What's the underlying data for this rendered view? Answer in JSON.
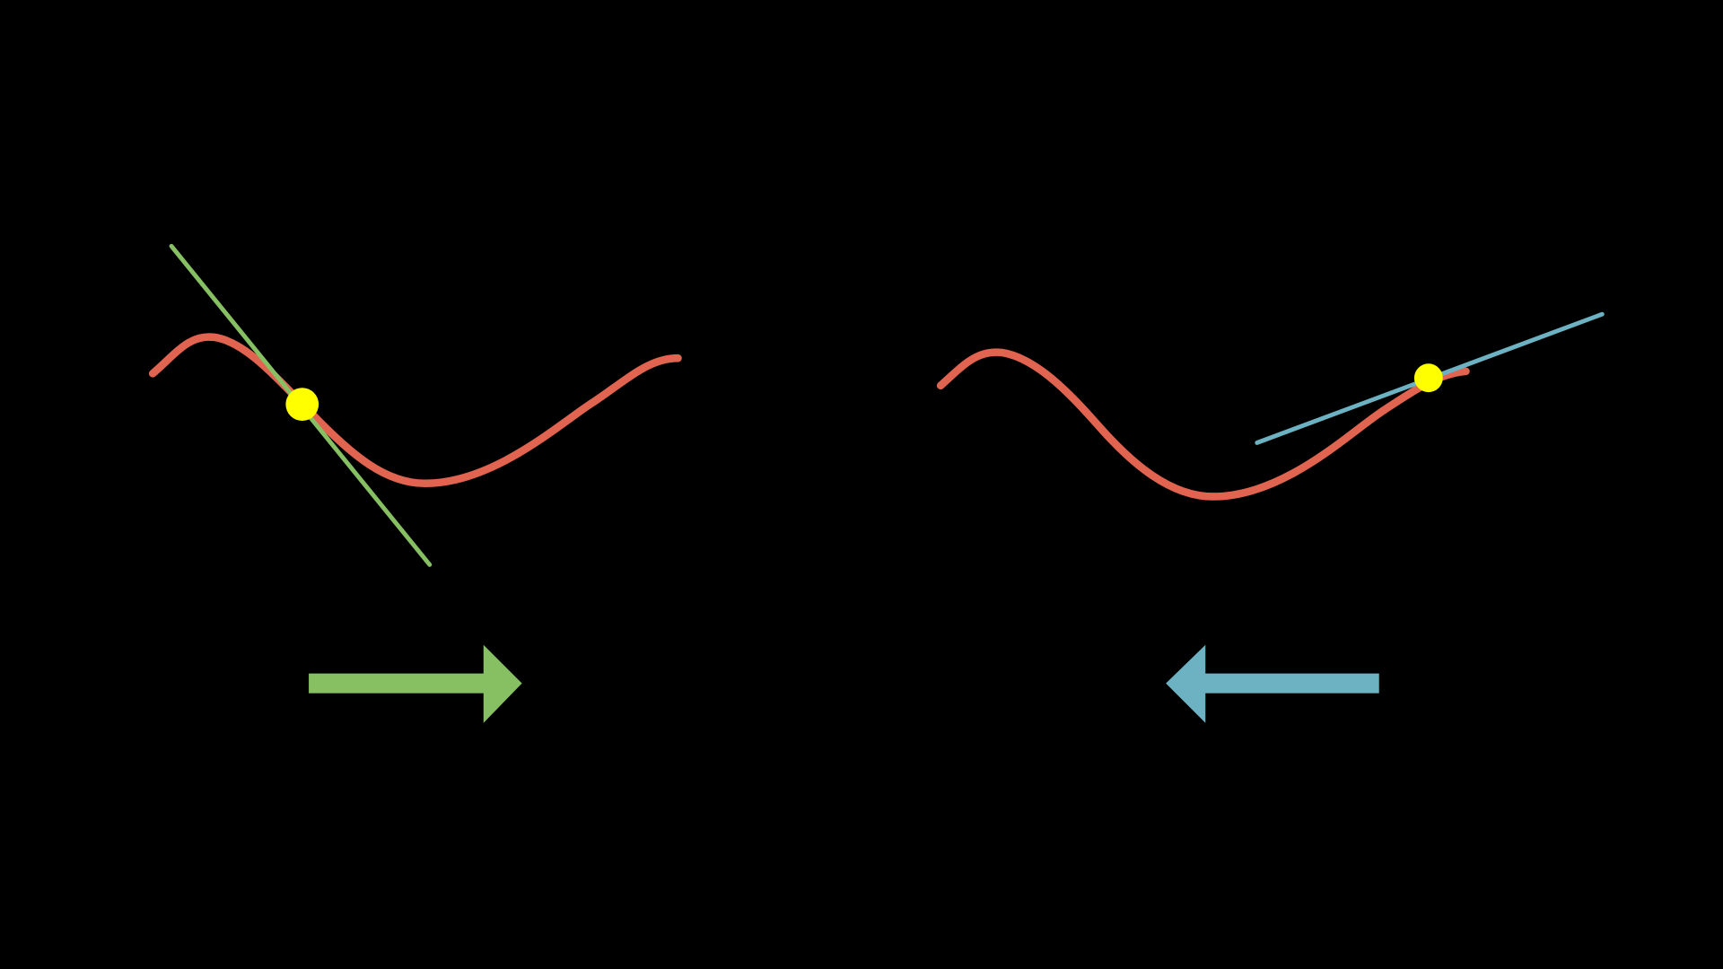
{
  "colors": {
    "background": "#000000",
    "curve": "#e0644f",
    "left_tangent": "#86c063",
    "right_tangent": "#6cb2c2",
    "point": "#ffff00",
    "left_arrow": "#86c063",
    "right_arrow": "#6cb2c2"
  },
  "panels": [
    {
      "name": "left",
      "tangent_slope": "negative",
      "arrow_direction": "right",
      "icon": "arrow-right-icon"
    },
    {
      "name": "right",
      "tangent_slope": "positive",
      "arrow_direction": "left",
      "icon": "arrow-left-icon"
    }
  ]
}
